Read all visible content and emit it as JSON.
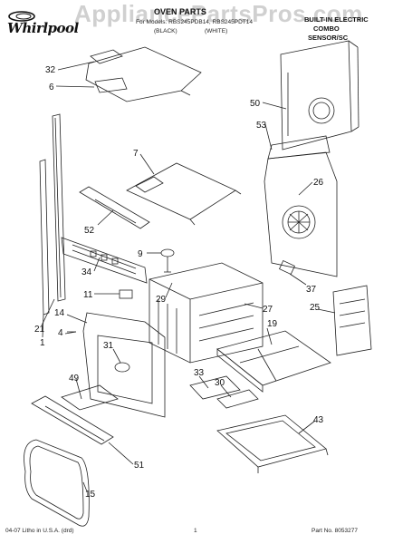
{
  "header": {
    "brand": "Whirlpool",
    "watermark": "AppliancePartsPros.com",
    "title": "OVEN PARTS",
    "model_line": "For Models: RBS245PDB14, RBS245PDT14",
    "color_black": "(BLACK)",
    "color_white": "(WHITE)",
    "product_line1": "BUILT-IN ELECTRIC",
    "product_line2": "COMBO",
    "product_line3": "SENSOR/SC"
  },
  "callouts": [
    "32",
    "6",
    "50",
    "53",
    "7",
    "26",
    "52",
    "9",
    "34",
    "11",
    "29",
    "37",
    "14",
    "25",
    "4",
    "27",
    "21",
    "1",
    "19",
    "31",
    "49",
    "33",
    "30",
    "43",
    "51",
    "15"
  ],
  "footer": {
    "left": "04-07 Litho in U.S.A. (drd)",
    "page": "1",
    "part_no": "Part No. 8053277"
  }
}
